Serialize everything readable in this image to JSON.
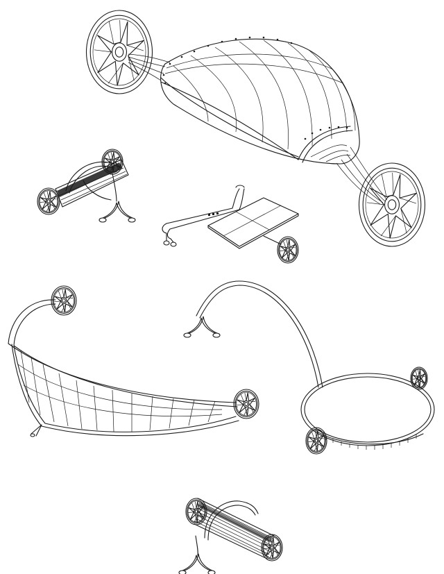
{
  "sheet": {
    "background": "#ffffff",
    "line_color": "#1a1a1a"
  },
  "items": [
    {
      "id": "wheeled-pod-shelter",
      "parts": [
        "wheel",
        "ribbed-dome",
        "wheel"
      ]
    },
    {
      "id": "wheeled-slat-bench",
      "parts": [
        "wheel",
        "slatted-seat",
        "arch-frame",
        "wheel"
      ]
    },
    {
      "id": "flat-panel-cart",
      "parts": [
        "tow-handle",
        "flat-panel",
        "wheel"
      ]
    },
    {
      "id": "curved-sling-screen",
      "parts": [
        "wheel",
        "curved-mesh-sheet",
        "wheel"
      ]
    },
    {
      "id": "ring-with-arch",
      "parts": [
        "arch-frame",
        "ring-base",
        "wheel",
        "wheel"
      ]
    },
    {
      "id": "roller-bench",
      "parts": [
        "wheel",
        "slatted-roller",
        "arch-frame",
        "wheel"
      ]
    }
  ]
}
